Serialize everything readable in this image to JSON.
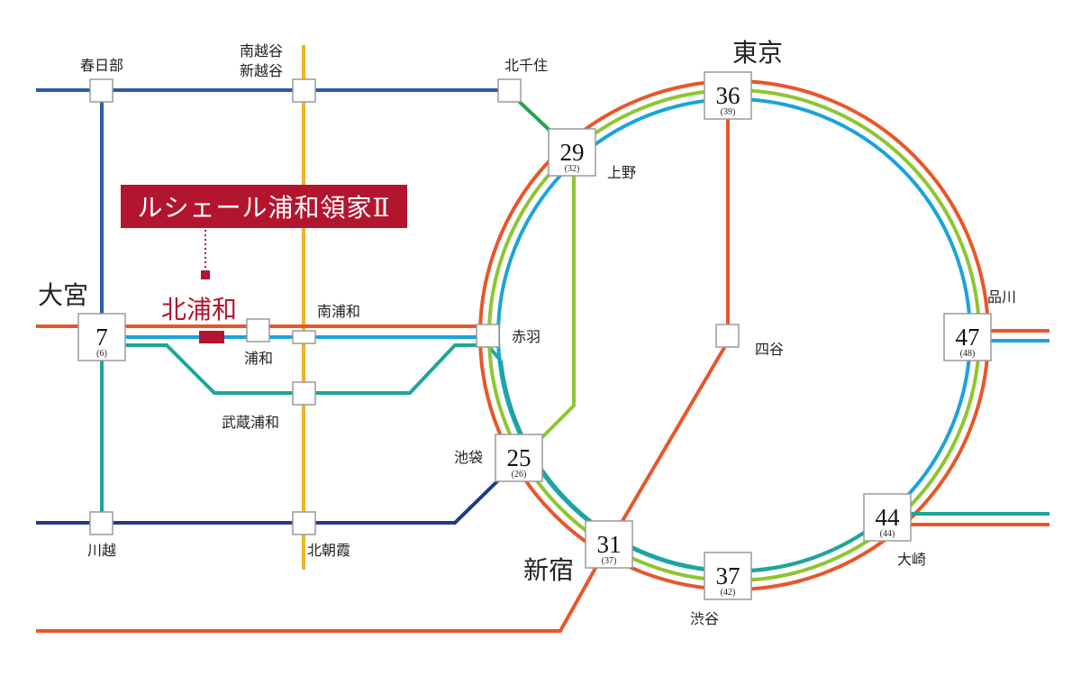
{
  "property": {
    "name": "ルシェール浦和領家Ⅱ",
    "nearest_station": "北浦和"
  },
  "colors": {
    "brand": "#b3152f",
    "keihin_tohoku": "#1aa3dc",
    "yamanote": "#8ec531",
    "saikyo": "#1fa597",
    "chuo": "#e8562a",
    "musashino": "#f2b12b",
    "tobu_skytree": "#2c5ca6",
    "tobu_tojo": "#233a83",
    "hibiya": "#27a34a"
  },
  "stations": {
    "kasukabe": "春日部",
    "minamikoshigaya": "南越谷",
    "shinkoshigaya": "新越谷",
    "kitasenju": "北千住",
    "tokyo": "東京",
    "ueno": "上野",
    "omiya": "大宮",
    "minamiurawa": "南浦和",
    "urawa": "浦和",
    "akabane": "赤羽",
    "musashiurawa": "武蔵浦和",
    "yotsuya": "四谷",
    "shinagawa": "品川",
    "ikebukuro": "池袋",
    "kawagoe": "川越",
    "kitaasaka": "北朝霞",
    "shinjuku": "新宿",
    "shibuya": "渋谷",
    "osaki": "大崎"
  },
  "times": {
    "omiya": {
      "main": "7",
      "alt": "(6)"
    },
    "tokyo": {
      "main": "36",
      "alt": "(39)"
    },
    "ueno": {
      "main": "29",
      "alt": "(32)"
    },
    "shinagawa": {
      "main": "47",
      "alt": "(48)"
    },
    "ikebukuro": {
      "main": "25",
      "alt": "(26)"
    },
    "shinjuku": {
      "main": "31",
      "alt": "(37)"
    },
    "shibuya": {
      "main": "37",
      "alt": "(42)"
    },
    "osaki": {
      "main": "44",
      "alt": "(44)"
    }
  }
}
